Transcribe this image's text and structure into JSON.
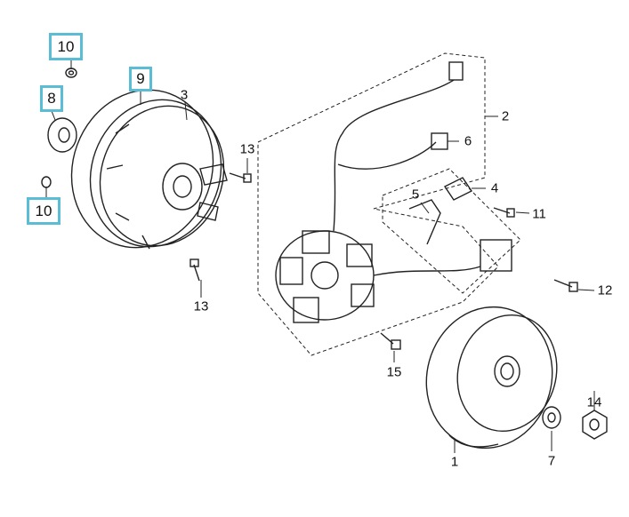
{
  "diagram": {
    "accent_color": "#5bbcd6",
    "highlighted_callouts": [
      {
        "id": "10a",
        "text": "10"
      },
      {
        "id": "8",
        "text": "8"
      },
      {
        "id": "10b",
        "text": "10"
      },
      {
        "id": "9",
        "text": "9"
      }
    ],
    "callouts": {
      "c3": "3",
      "c13a": "13",
      "c13b": "13",
      "c2": "2",
      "c6": "6",
      "c5": "5",
      "c4": "4",
      "c11": "11",
      "c12": "12",
      "c15": "15",
      "c14": "14",
      "c1": "1",
      "c7": "7"
    }
  }
}
